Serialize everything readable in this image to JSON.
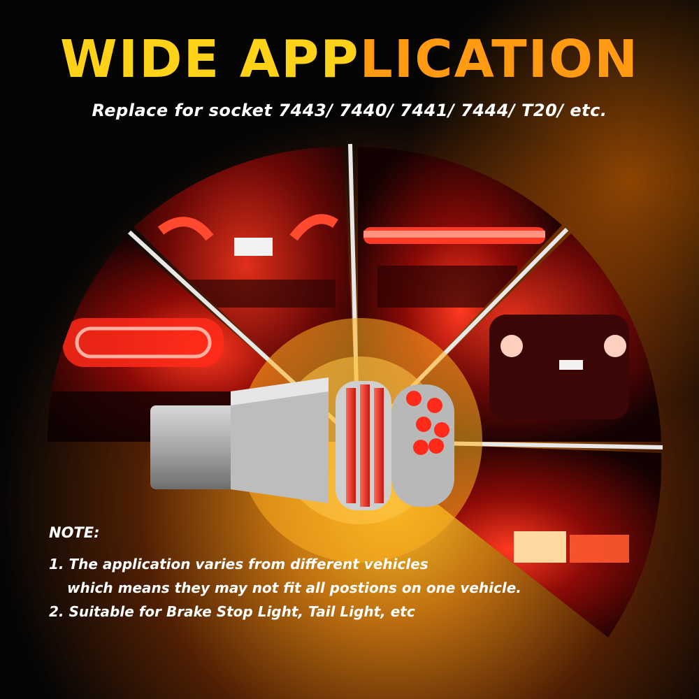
{
  "headline": {
    "part1": "WIDE APP",
    "part2": "LICATION"
  },
  "subtitle": "Replace for socket 7443/ 7440/ 7441/ 7444/ T20/ etc.",
  "note": {
    "heading": "NOTE:",
    "items": [
      {
        "line1": "1. The application varies from different vehicles",
        "line2": "which means they may not fit all postions on one vehicle."
      },
      {
        "line1": "2. Suitable for Brake Stop Light, Tail Light, etc"
      }
    ]
  },
  "photo_panels": [
    {
      "name": "tail-light-closeup"
    },
    {
      "name": "rear-trunk-license-plate"
    },
    {
      "name": "third-brake-light"
    },
    {
      "name": "suv-rear-lights-rain"
    },
    {
      "name": "sedan-tail-light"
    }
  ],
  "colors": {
    "accent_yellow": "#ffd21a",
    "accent_orange": "#ff9a12",
    "led_red": "#ff2a1a",
    "glow": "#ffb020"
  }
}
